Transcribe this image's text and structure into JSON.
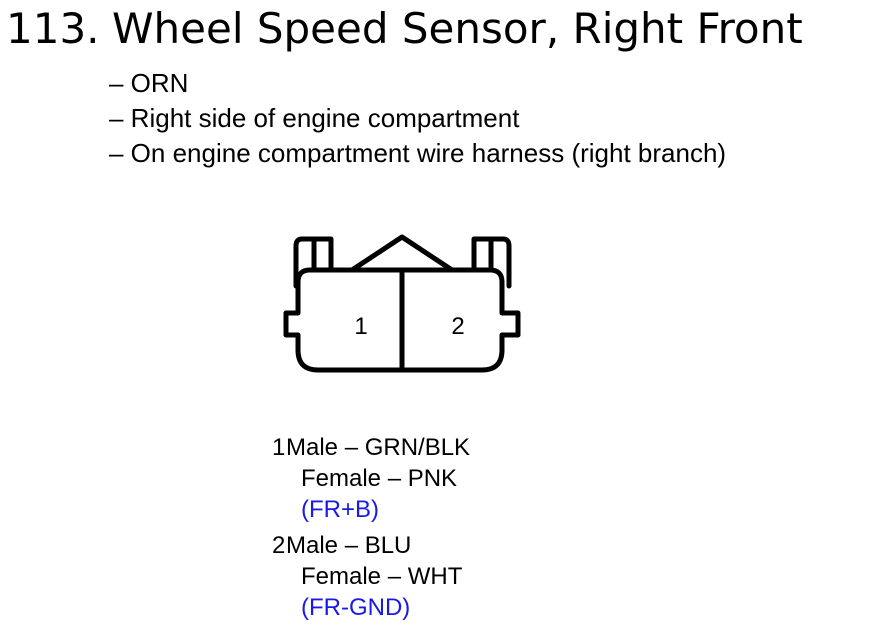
{
  "header": {
    "number": "113.",
    "title": "Wheel Speed Sensor, Right Front"
  },
  "details": [
    "– ORN",
    "– Right side of engine compartment",
    "– On engine compartment wire harness (right branch)"
  ],
  "connector": {
    "cavity_labels": [
      "1",
      "2"
    ]
  },
  "pins": [
    {
      "number": "1",
      "male": "Male – GRN/BLK",
      "female": "Female – PNK",
      "signal": "(FR+B)"
    },
    {
      "number": "2",
      "male": "Male – BLU",
      "female": "Female – WHT",
      "signal": "(FR-GND)"
    }
  ],
  "colors": {
    "signal_text": "#1a1ae6",
    "line": "#000000"
  }
}
